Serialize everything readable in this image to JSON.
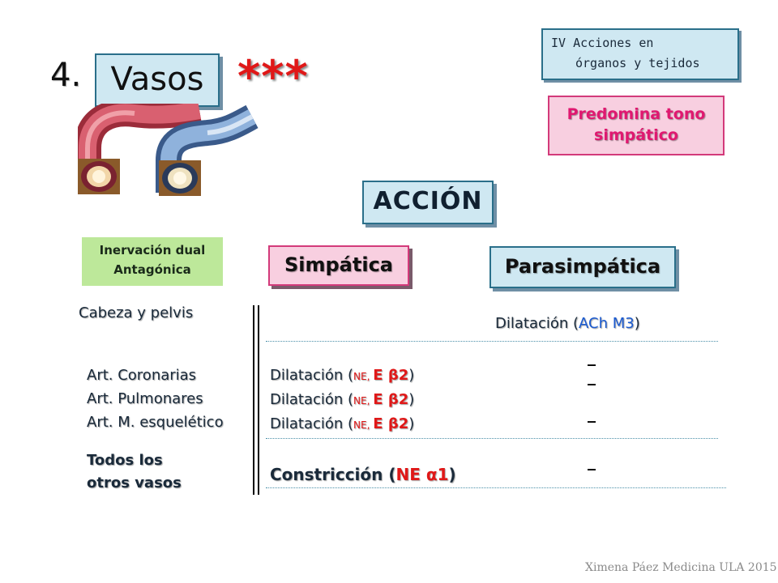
{
  "header": {
    "number": "4.",
    "title": "Vasos",
    "stars": "***"
  },
  "topic": {
    "line1": "IV Acciones en",
    "line2": "órganos y tejidos"
  },
  "predominance": {
    "line1": "Predomina tono",
    "line2": "simpático"
  },
  "accion_label": "ACCIÓN",
  "innervation": {
    "line1": "Inervación dual",
    "line2": "Antagónica"
  },
  "columns": {
    "sympathetic": "Simpática",
    "parasympathetic": "Parasimpática"
  },
  "regions": {
    "head_pelvis": "Cabeza y pelvis",
    "coronary": "Art. Coronarias",
    "pulmonary": "Art. Pulmonares",
    "skeletal": "Art. M. esquelético",
    "others_line1": "Todos los",
    "others_line2": "otros vasos"
  },
  "parasympathetic_head": {
    "prefix": "Dilatación  (",
    "agent": "ACh M3",
    "suffix": ")"
  },
  "sympathetic_rows": [
    {
      "prefix": "Dilatación (",
      "ne": "NE",
      "sep": ", ",
      "receptor": "E β2",
      "suffix": ")"
    },
    {
      "prefix": "Dilatación (",
      "ne": "NE",
      "sep": ", ",
      "receptor": "E β2",
      "suffix": ")"
    },
    {
      "prefix": "Dilatación (",
      "ne": "NE",
      "sep": ", ",
      "receptor": "E β2",
      "suffix": ")"
    }
  ],
  "constriction": {
    "prefix": "Constricción (",
    "agent": "NE α1",
    "suffix": ")"
  },
  "dashes": [
    "_",
    "_",
    "_",
    "_"
  ],
  "credit": "Ximena Páez Medicina ULA 2015",
  "colors": {
    "accent_red": "#e01818",
    "accent_blue": "#1a5ad0",
    "pink_box": "#f8cfe0",
    "blue_box": "#cfe8f2",
    "green_box": "#bde89a"
  }
}
